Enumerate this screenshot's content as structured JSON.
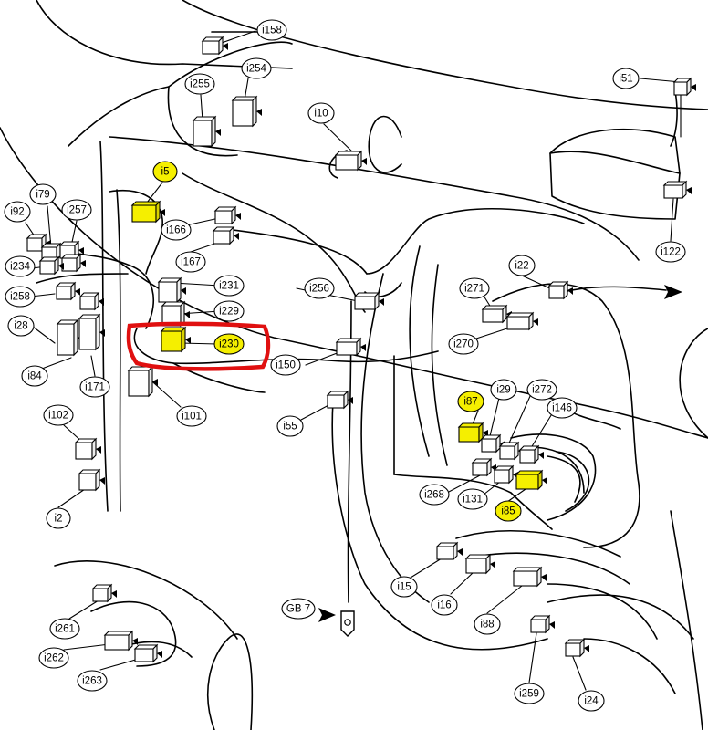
{
  "colors": {
    "highlight_fill": "#f5ef00",
    "plain_fill": "#ffffff",
    "stroke": "#000000",
    "selection_box": "#e01010"
  },
  "labels": {
    "i158": "i158",
    "i254": "i254",
    "i255": "i255",
    "i10": "i10",
    "i51": "i51",
    "i5": "i5",
    "i79": "i79",
    "i92": "i92",
    "i257": "i257",
    "i166": "i166",
    "i234": "i234",
    "i167": "i167",
    "i122": "i122",
    "i22": "i22",
    "i258": "i258",
    "i231": "i231",
    "i256": "i256",
    "i271": "i271",
    "i28": "i28",
    "i229": "i229",
    "i270": "i270",
    "i230": "i230",
    "i150": "i150",
    "i84": "i84",
    "i171": "i171",
    "i29": "i29",
    "i272": "i272",
    "i87": "i87",
    "i101": "i101",
    "i146": "i146",
    "i102": "i102",
    "i55": "i55",
    "i268": "i268",
    "i131": "i131",
    "i85": "i85",
    "i2": "i2",
    "i15": "i15",
    "i16": "i16",
    "gb7": "GB 7",
    "i261": "i261",
    "i88": "i88",
    "i262": "i262",
    "i263": "i263",
    "i259": "i259",
    "i24": "i24"
  },
  "highlighted": [
    "i5",
    "i230",
    "i87",
    "i85"
  ],
  "selected": "i230",
  "icons": [
    "connector-icon",
    "arrow-right-icon",
    "ground-terminal-icon"
  ]
}
